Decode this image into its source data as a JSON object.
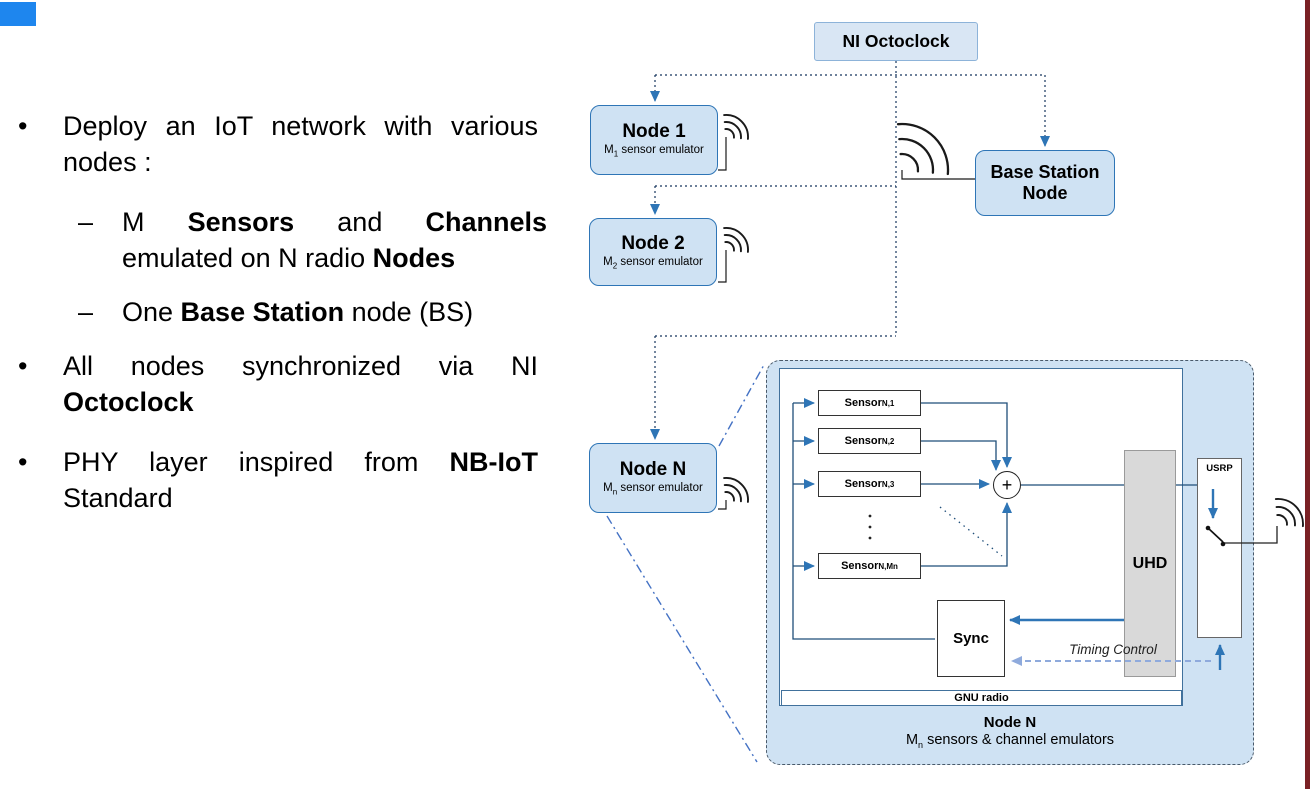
{
  "colors": {
    "accent_square": "#1e86ee",
    "edge_strip": "#7a2125",
    "node_fill": "#cfe2f3",
    "node_border": "#2e75b6",
    "arrow_blue": "#2e75b6",
    "timing_dash": "#8faadc",
    "uhd_fill": "#d9d9d9"
  },
  "icons": {
    "antenna": "wifi-arcs",
    "rf_switch": "pivot-lever-switch",
    "adder": "plus-circle"
  },
  "content": {
    "bullets": [
      {
        "marker": "•",
        "parts": [
          {
            "t": "Deploy an IoT network with various nodes :"
          }
        ]
      },
      {
        "marker": "–",
        "parts": [
          {
            "t": "M "
          },
          {
            "t": "Sensors"
          },
          {
            "t": " and "
          },
          {
            "t": "Channels"
          },
          {
            "t": " emulated on N radio "
          },
          {
            "t": "Nodes"
          }
        ]
      },
      {
        "marker": "–",
        "parts": [
          {
            "t": "One "
          },
          {
            "t": "Base Station"
          },
          {
            "t": " node (BS)"
          }
        ]
      },
      {
        "marker": "•",
        "parts": [
          {
            "t": "All nodes synchronized via NI "
          },
          {
            "t": "Octoclock"
          }
        ]
      },
      {
        "marker": "•",
        "parts": [
          {
            "t": "PHY layer inspired from "
          },
          {
            "t": "NB-IoT"
          },
          {
            "t": " Standard"
          }
        ]
      }
    ]
  },
  "diagram": {
    "octoclock": {
      "label": "NI Octoclock"
    },
    "node1": {
      "title": "Node 1",
      "m": "M",
      "idx": "1",
      "rest": " sensor emulator"
    },
    "node2": {
      "title": "Node 2",
      "m": "M",
      "idx": "2",
      "rest": " sensor emulator"
    },
    "nodeN": {
      "title": "Node N",
      "m": "M",
      "idx": "n",
      "rest": " sensor emulator"
    },
    "base_station": {
      "line1": "Base Station",
      "line2": "Node"
    },
    "detail": {
      "sensors": [
        {
          "name": "Sensor",
          "idx": "N,1"
        },
        {
          "name": "Sensor",
          "idx": "N,2"
        },
        {
          "name": "Sensor",
          "idx": "N,3"
        },
        {
          "name": "Sensor",
          "idx": "N,Mn"
        }
      ],
      "adder": "+",
      "uhd": "UHD",
      "usrp": "USRP",
      "sync": "Sync",
      "timing": "Timing Control",
      "gnu": "GNU radio",
      "caption_title": "Node N",
      "caption_m": "M",
      "caption_idx": "n",
      "caption_rest": " sensors & channel emulators"
    }
  }
}
